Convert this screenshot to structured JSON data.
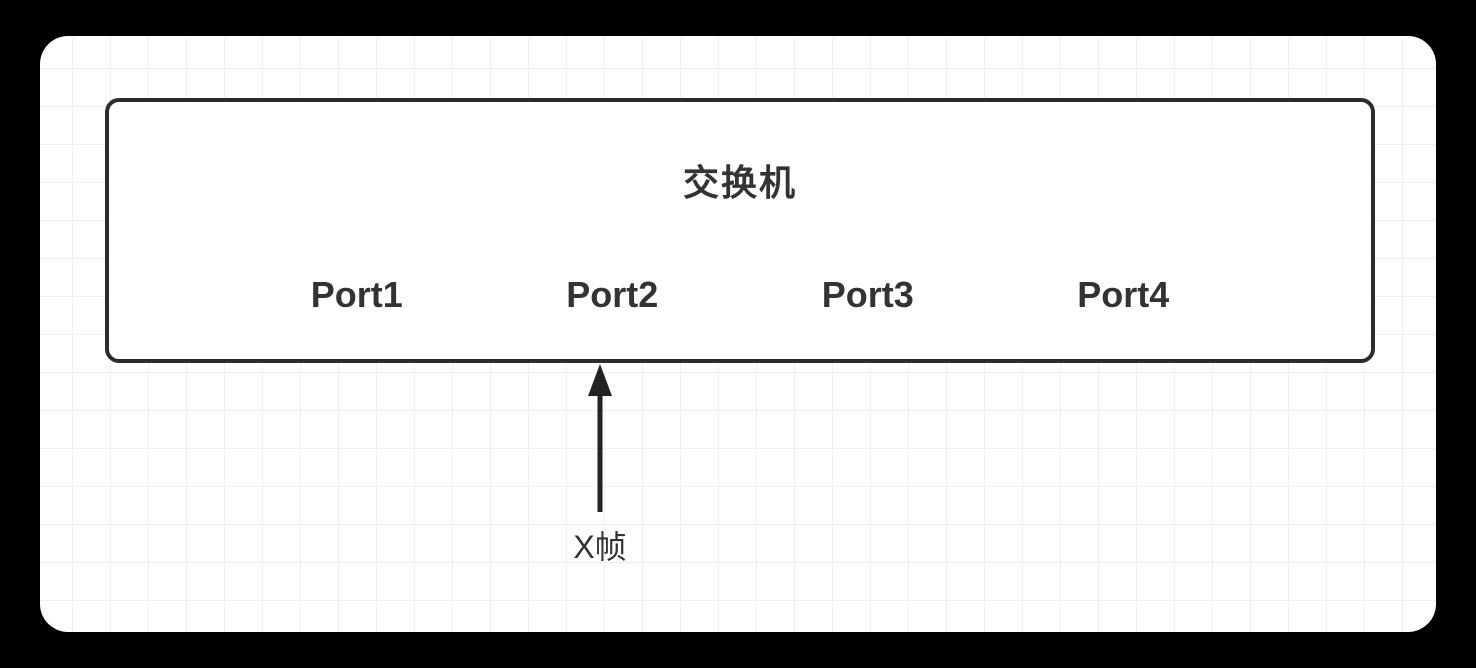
{
  "diagram": {
    "switch": {
      "title": "交换机",
      "ports": [
        "Port1",
        "Port2",
        "Port3",
        "Port4"
      ]
    },
    "arrow": {
      "label": "X帧",
      "direction": "up",
      "points_to_port": "Port2"
    },
    "colors": {
      "page_background": "#000000",
      "canvas_background": "#ffffff",
      "grid_line": "#f0f0f0",
      "stroke": "#2b2b2b",
      "text": "#333333"
    }
  }
}
